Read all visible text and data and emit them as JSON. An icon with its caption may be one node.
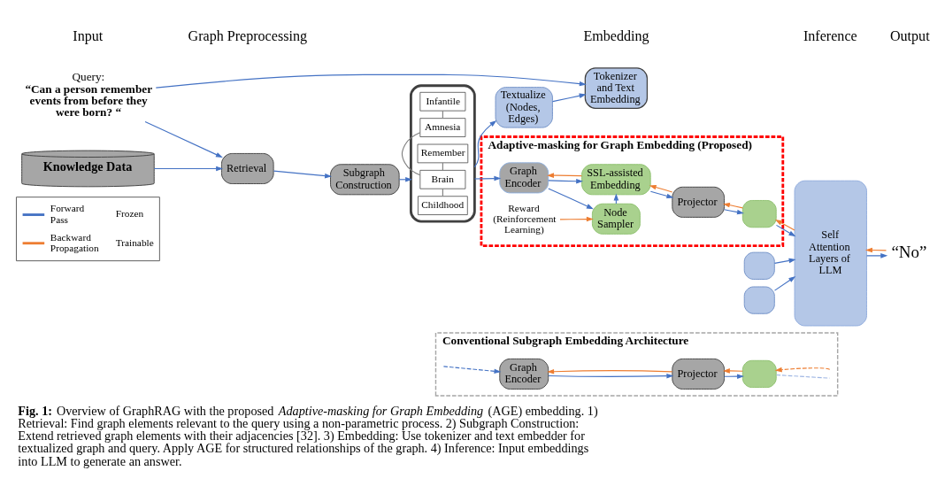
{
  "diagram": {
    "caption": "**Fig. 1:** Overview of GraphRAG with the proposed *Adaptive-masking for Graph Embedding* (AGE) embedding. 1) Retrieval: Find graph elements relevant to the query using a non-parametric process. 2) Subgraph Construction: Extend retrieved graph elements with their adjacencies [32]. 3) Embedding: Use tokenizer and text embedder for textualized graph and query. Apply AGE for structured relationships of the graph. 4) Inference: Input embeddings into LLM to generate an answer.",
    "nodes": [
      {
        "text": [
          "Query:",
          "“Can a person remember events from before they were born? “"
        ]
      },
      {
        "text": [
          "Knowledge Data"
        ]
      },
      {
        "text": [
          "Retrieval"
        ]
      },
      {
        "text": [
          "Subgraph Construction"
        ]
      },
      {
        "text": [],
        "shape": "box"
      },
      {
        "text": [
          "Childhood"
        ],
        "in": 4
      },
      {
        "text": [
          "Brain"
        ],
        "in": 4
      },
      {
        "text": [
          "Amnesia"
        ],
        "in": 4
      },
      {
        "text": [
          "Infantile"
        ],
        "in": 4
      },
      {
        "text": [
          "Remember"
        ],
        "in": 4
      },
      {
        "text": [
          "Textualize (Nodes, Edges)"
        ]
      },
      {
        "text": [
          "Tokenizer and Text Embedding"
        ]
      },
      {
        "text": [],
        "shape": "box"
      },
      {
        "text": [],
        "shape": "box"
      },
      {
        "text": [
          "Adaptive-masking for Graph Embedding (Proposed)"
        ]
      },
      {
        "text": [
          "Graph Encoder"
        ],
        "in": 14
      },
      {
        "text": [
          "SSL-assisted Embedding"
        ],
        "in": 14
      },
      {
        "text": [
          "Node Sampler"
        ],
        "in": 14
      },
      {
        "text": [
          "Projector"
        ],
        "in": 14
      },
      {
        "text": [],
        "shape": "box",
        "in": 14
      },
      {
        "text": [
          "Reward (Reinforcement Learning)"
        ],
        "in": 14
      },
      {
        "text": [
          "Conventional Subgraph Embedding Architecture"
        ]
      },
      {
        "text": [
          "Graph Encoder"
        ],
        "in": 21
      },
      {
        "text": [
          "Projector"
        ],
        "in": 21
      },
      {
        "text": [],
        "shape": "box",
        "in": 21
      },
      {
        "text": [
          "Self Attention Layers of LLM"
        ]
      },
      {
        "text": [
          "“No”"
        ]
      }
    ],
    "edges": [
      {
        "from": 0,
        "to": 2,
        "arrow": "to"
      },
      {
        "from": 0,
        "to": 11,
        "arrow": "to"
      },
      {
        "from": 1,
        "to": 2,
        "arrow": "to"
      },
      {
        "from": 2,
        "to": 3,
        "arrow": "to"
      },
      {
        "from": 3,
        "to": 4,
        "arrow": "to"
      },
      {
        "from": 4,
        "to": 10,
        "arrow": "to"
      },
      {
        "from": 4,
        "to": 15,
        "arrow": "to"
      },
      {
        "from": 5,
        "to": 6,
        "arrow": "none",
        "color": "#7f7f7f"
      },
      {
        "from": 6,
        "to": 7,
        "arrow": "none",
        "color": "#7f7f7f"
      },
      {
        "from": 7,
        "to": 8,
        "arrow": "none",
        "color": "#7f7f7f"
      },
      {
        "from": 6,
        "to": 9,
        "arrow": "none",
        "color": "#7f7f7f"
      },
      {
        "from": 10,
        "to": 11,
        "arrow": "to"
      },
      {
        "from": 12,
        "to": 25,
        "arrow": "to"
      },
      {
        "from": 13,
        "to": 25,
        "arrow": "to"
      },
      {
        "from": 15,
        "to": 16,
        "arrow": "to"
      },
      {
        "from": 16,
        "to": 15,
        "arrow": "to",
        "color": "#ed7d31"
      },
      {
        "from": 15,
        "to": 17,
        "arrow": "to"
      },
      {
        "from": 17,
        "to": 16,
        "arrow": "to"
      },
      {
        "from": 20,
        "to": 17,
        "arrow": "to",
        "color": "#ed7d31"
      },
      {
        "from": 16,
        "to": 18,
        "arrow": "to"
      },
      {
        "from": 18,
        "to": 16,
        "arrow": "to",
        "color": "#ed7d31"
      },
      {
        "from": 18,
        "to": 19,
        "arrow": "to"
      },
      {
        "from": 19,
        "to": 18,
        "arrow": "to",
        "color": "#ed7d31"
      },
      {
        "from": 19,
        "to": 25,
        "arrow": "to"
      },
      {
        "from": 25,
        "to": 19,
        "arrow": "to",
        "color": "#ed7d31"
      },
      {
        "from": null,
        "to": 22,
        "arrow": "to",
        "style": "dashed"
      },
      {
        "from": 22,
        "to": 23,
        "arrow": "to"
      },
      {
        "from": 23,
        "to": 22,
        "arrow": "to",
        "color": "#ed7d31"
      },
      {
        "from": 23,
        "to": 24,
        "arrow": "to"
      },
      {
        "from": 24,
        "to": 23,
        "arrow": "to",
        "color": "#ed7d31"
      },
      {
        "from": 24,
        "to": null,
        "arrow": "none",
        "style": "dashed",
        "color": "#9fb6e3"
      },
      {
        "from": null,
        "to": 24,
        "arrow": "to",
        "style": "dashed",
        "color": "#ed7d31"
      },
      {
        "from": 25,
        "to": 26,
        "arrow": "to"
      },
      {
        "from": 26,
        "to": 25,
        "arrow": "to",
        "color": "#ed7d31"
      }
    ],
    "labels": [
      "Input",
      "Graph Preprocessing",
      "Embedding",
      "Inference",
      "Output"
    ],
    "legend": [
      {
        "text": "Forward Pass"
      },
      {
        "text": "Frozen"
      },
      {
        "text": "Backward Propagation"
      },
      {
        "text": "Trainable"
      }
    ]
  }
}
